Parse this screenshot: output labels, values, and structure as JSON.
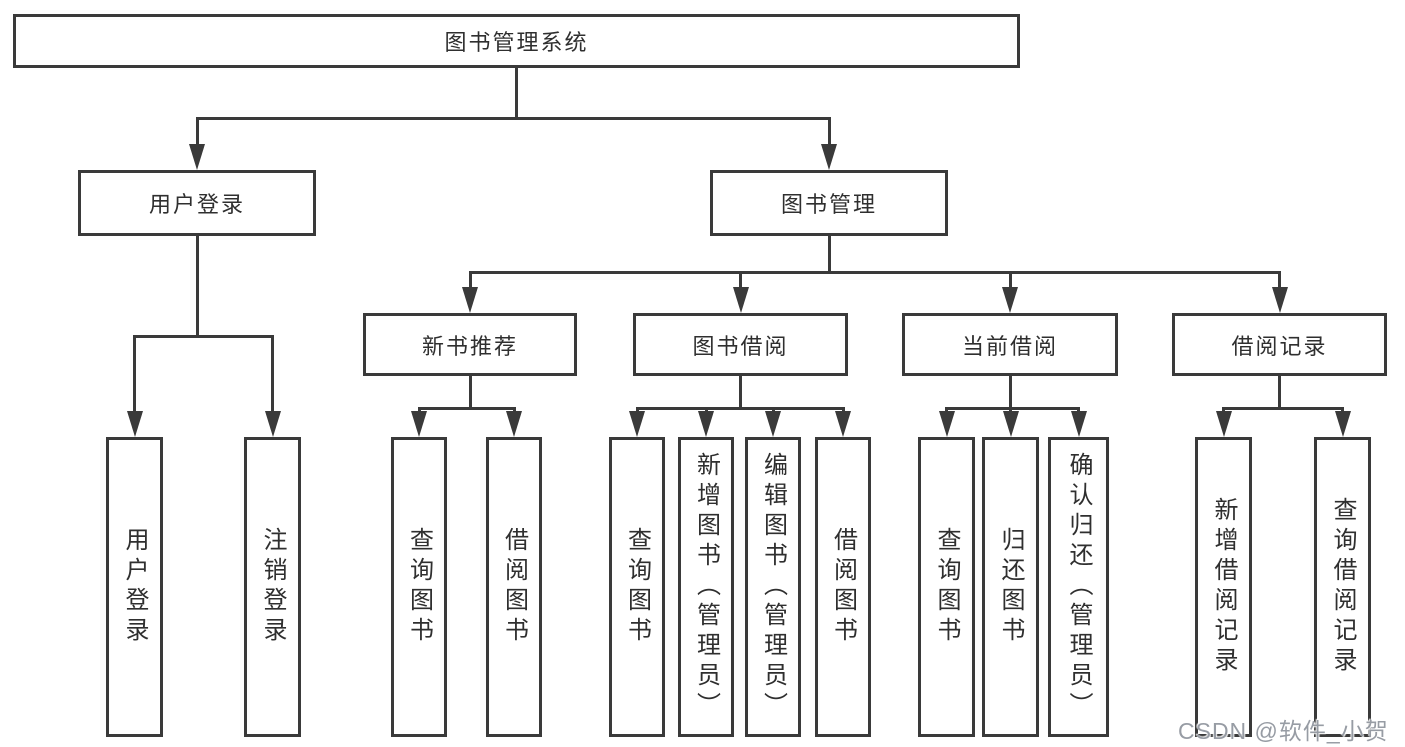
{
  "page": {
    "background": "#ffffff",
    "line_color": "#3a3a3a",
    "text_color": "#2f2f2f"
  },
  "watermark": {
    "text": "CSDN @软件_小贺同学",
    "color": "#979ca4"
  },
  "diagram": {
    "type": "tree",
    "title": "图书管理系统",
    "nodes": [
      {
        "id": "root",
        "label": "图书管理系统",
        "parent": null
      },
      {
        "id": "user-login",
        "label": "用户登录",
        "parent": "root"
      },
      {
        "id": "book-mgmt",
        "label": "图书管理",
        "parent": "root"
      },
      {
        "id": "user-login-item",
        "label": "用户登录",
        "parent": "user-login"
      },
      {
        "id": "logout-item",
        "label": "注销登录",
        "parent": "user-login"
      },
      {
        "id": "new-book-rec",
        "label": "新书推荐",
        "parent": "book-mgmt"
      },
      {
        "id": "book-borrow",
        "label": "图书借阅",
        "parent": "book-mgmt"
      },
      {
        "id": "current-borrow",
        "label": "当前借阅",
        "parent": "book-mgmt"
      },
      {
        "id": "borrow-record",
        "label": "借阅记录",
        "parent": "book-mgmt"
      },
      {
        "id": "nb-query-book",
        "label": "查询图书",
        "parent": "new-book-rec"
      },
      {
        "id": "nb-borrow-book",
        "label": "借阅图书",
        "parent": "new-book-rec"
      },
      {
        "id": "bb-query-book",
        "label": "查询图书",
        "parent": "book-borrow"
      },
      {
        "id": "bb-add-book",
        "label": "新增图书（管理员）",
        "parent": "book-borrow"
      },
      {
        "id": "bb-edit-book",
        "label": "编辑图书（管理员）",
        "parent": "book-borrow"
      },
      {
        "id": "bb-borrow-book",
        "label": "借阅图书",
        "parent": "book-borrow"
      },
      {
        "id": "cb-query-book",
        "label": "查询图书",
        "parent": "current-borrow"
      },
      {
        "id": "cb-return-book",
        "label": "归还图书",
        "parent": "current-borrow"
      },
      {
        "id": "cb-confirm-return",
        "label": "确认归还（管理员）",
        "parent": "current-borrow"
      },
      {
        "id": "br-add-record",
        "label": "新增借阅记录",
        "parent": "borrow-record"
      },
      {
        "id": "br-query-record",
        "label": "查询借阅记录",
        "parent": "borrow-record"
      }
    ]
  }
}
